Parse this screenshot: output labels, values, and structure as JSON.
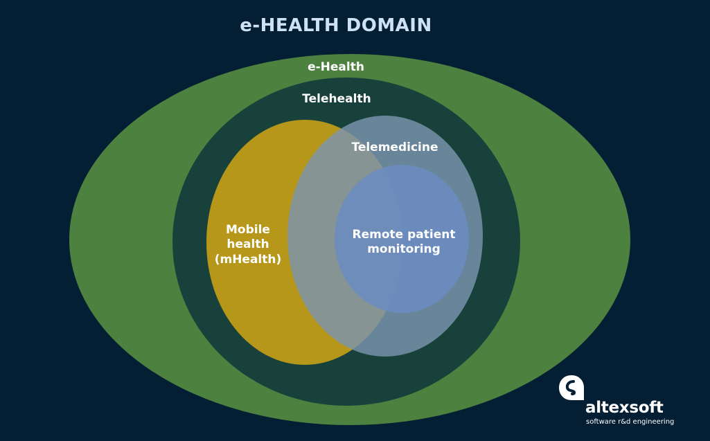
{
  "title": "e-HEALTH DOMAIN",
  "regions": {
    "ehealth": {
      "label": "e-Health",
      "color": "#4d8140"
    },
    "telehealth": {
      "label": "Telehealth",
      "color": "#19413b"
    },
    "mhealth": {
      "label": "Mobile\nhealth\n(mHealth)",
      "color": "#b7971a"
    },
    "telemedicine": {
      "label": "Telemedicine",
      "color": "#7b95ae"
    },
    "rpm": {
      "label": "Remote patient\nmonitoring",
      "color": "#6b8cc2"
    }
  },
  "logo": {
    "name": "altexsoft",
    "tagline": "software r&d engineering",
    "icon": "altexsoft-logo-icon"
  }
}
